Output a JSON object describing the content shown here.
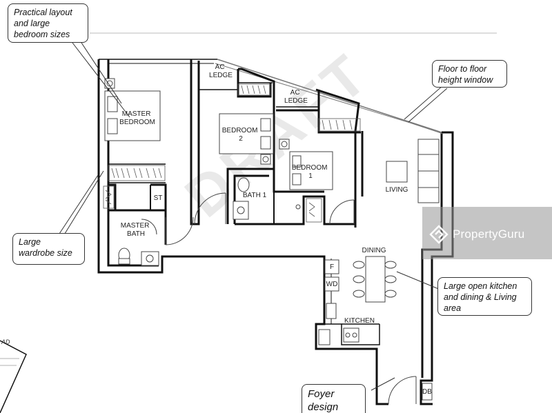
{
  "rooms": {
    "master_bedroom": "MASTER\nBEDROOM",
    "bedroom_2": "BEDROOM\n2",
    "bedroom_1": "BEDROOM\n1",
    "ac_ledge_1": "AC\nLEDGE",
    "ac_ledge_2": "AC\nLEDGE",
    "bath_1": "BATH 1",
    "master_bath": "MASTER\nBATH",
    "store": "ST",
    "living": "LIVING",
    "dining": "DINING",
    "kitchen": "KITCHEN",
    "fridge": "F",
    "washer": "WD",
    "db": "DB"
  },
  "callouts": {
    "layout": "Practical layout\nand large\nbedroom sizes",
    "window": "Floor to floor\nheight window",
    "wardrobe": "Large\nwardrobe size",
    "kitchen": "Large open kitchen\nand dining & Living\narea",
    "foyer": "Foyer\ndesign"
  },
  "watermark": {
    "brand": "PropertyGuru",
    "draft": "DRAFT"
  },
  "site_label": "AD"
}
